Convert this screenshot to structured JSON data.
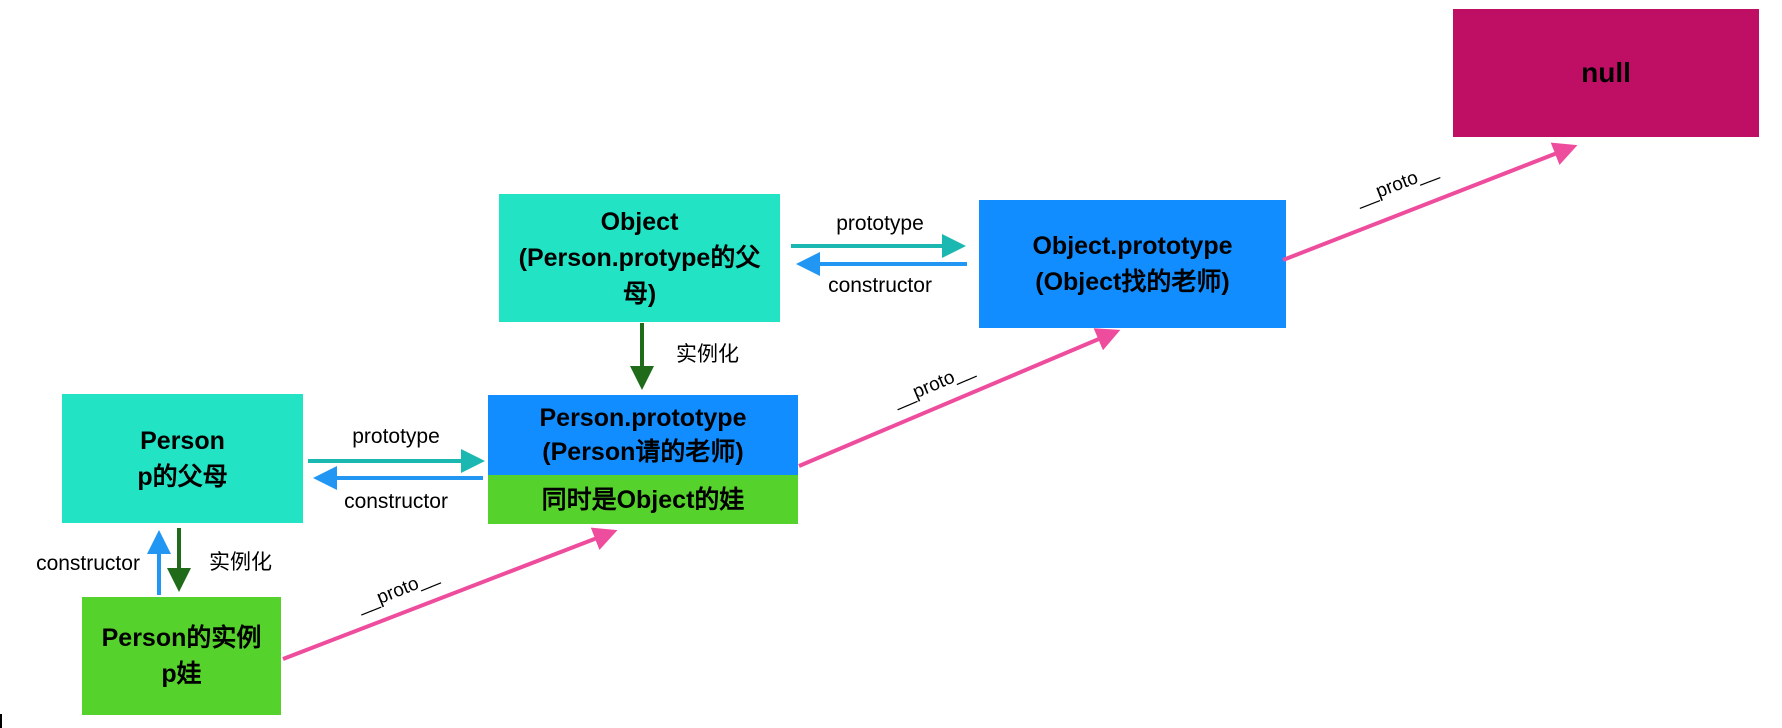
{
  "colors": {
    "teal_box": "#22e3c4",
    "blue_box": "#118dff",
    "green_box": "#56d22c",
    "null_box": "#be0f64",
    "proto_arrow": "#ee4d9d",
    "prototype_arrow": "#1ab8b0",
    "constructor_arrow": "#2196f3",
    "instantiate_arrow": "#1f6b1a"
  },
  "nodes": {
    "null": {
      "line1": "null"
    },
    "object": {
      "line1": "Object",
      "line2": "(Person.protype的父",
      "line3": "母)"
    },
    "object_prototype": {
      "line1": "Object.prototype",
      "line2": "(Object找的老师)"
    },
    "person": {
      "line1": "Person",
      "line2": "p的父母"
    },
    "person_prototype": {
      "line1": "Person.prototype",
      "line2": "(Person请的老师)",
      "line3": "同时是Object的娃"
    },
    "person_instance": {
      "line1": "Person的实例",
      "line2": "p娃"
    }
  },
  "edges": {
    "object_prototype_label": "prototype",
    "object_constructor_label": "constructor",
    "object_instantiate_label": "实例化",
    "person_prototype_label": "prototype",
    "person_constructor_label": "constructor",
    "instance_constructor_label": "constructor",
    "instance_instantiate_label": "实例化",
    "proto1_label": "__proto__",
    "proto2_label": "__proto__",
    "proto3_label": "__proto__"
  }
}
